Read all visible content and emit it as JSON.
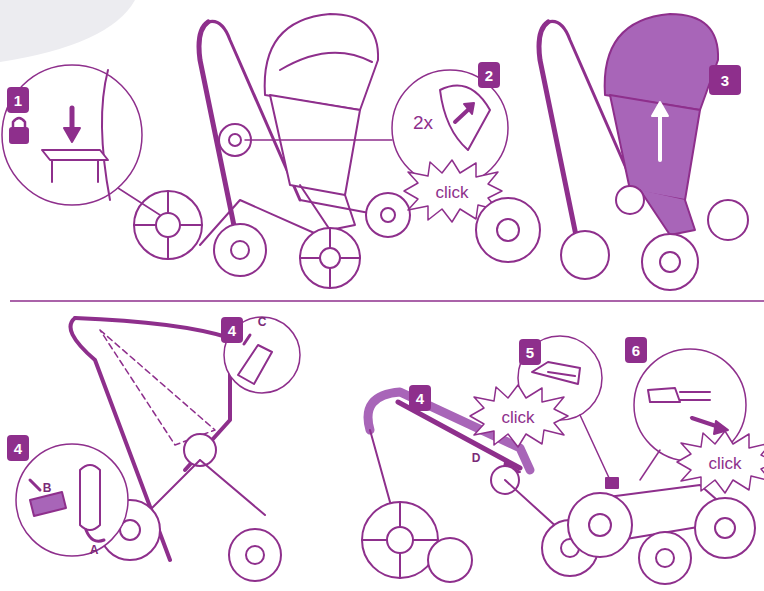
{
  "diagram": {
    "labels": [
      "1",
      "2",
      "2x",
      "click",
      "3",
      "4",
      "C",
      "4",
      "B",
      "A",
      "4",
      "D",
      "5",
      "click",
      "6",
      "click"
    ]
  }
}
